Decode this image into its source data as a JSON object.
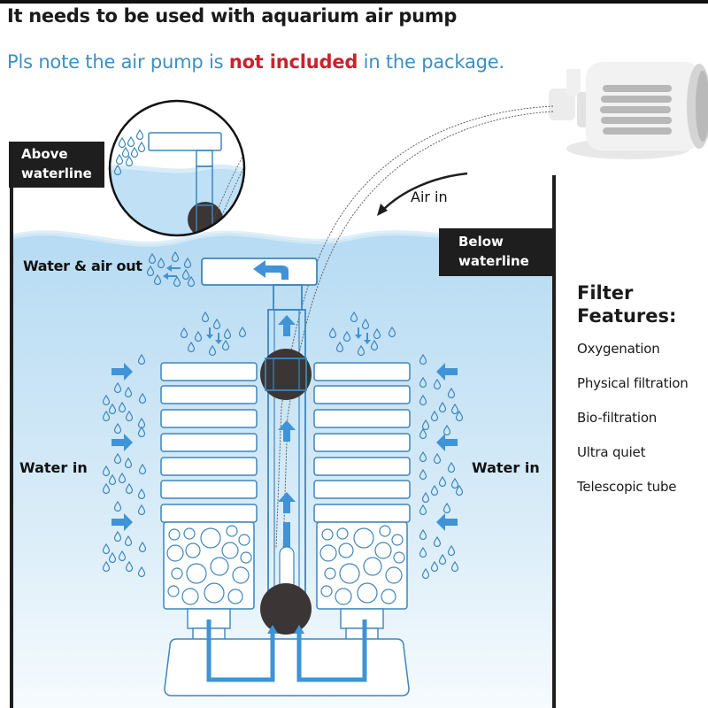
{
  "header": {
    "headline": "It needs to be used with aquarium air pump",
    "note_prefix": "Pls note the air pump is ",
    "note_highlight": "not included",
    "note_suffix": " in the package."
  },
  "labels": {
    "above_waterline": [
      "Above",
      "waterline"
    ],
    "below_waterline": [
      "Below",
      "waterline"
    ],
    "air_in": "Air in",
    "water_air_out": "Water & air out",
    "water_in_left": "Water in",
    "water_in_right": "Water in"
  },
  "features": {
    "title": [
      "Filter",
      "Features:"
    ],
    "items": [
      "Oxygenation",
      "Physical filtration",
      "Bio-filtration",
      "Ultra quiet",
      "Telescopic tube"
    ]
  },
  "icons": {
    "pump": "air-pump-icon",
    "flow_arrow": "flow-arrow-icon",
    "droplet": "water-droplet-icon"
  },
  "colors": {
    "accent_blue": "#3c8fc4",
    "highlight_red": "#c8232c",
    "water": "#bfe0f5",
    "outline_blue": "#3d86bd",
    "arrow_blue": "#3f93d6",
    "tag_bg": "#1e1e1e",
    "valve_dark": "#3b3535"
  }
}
